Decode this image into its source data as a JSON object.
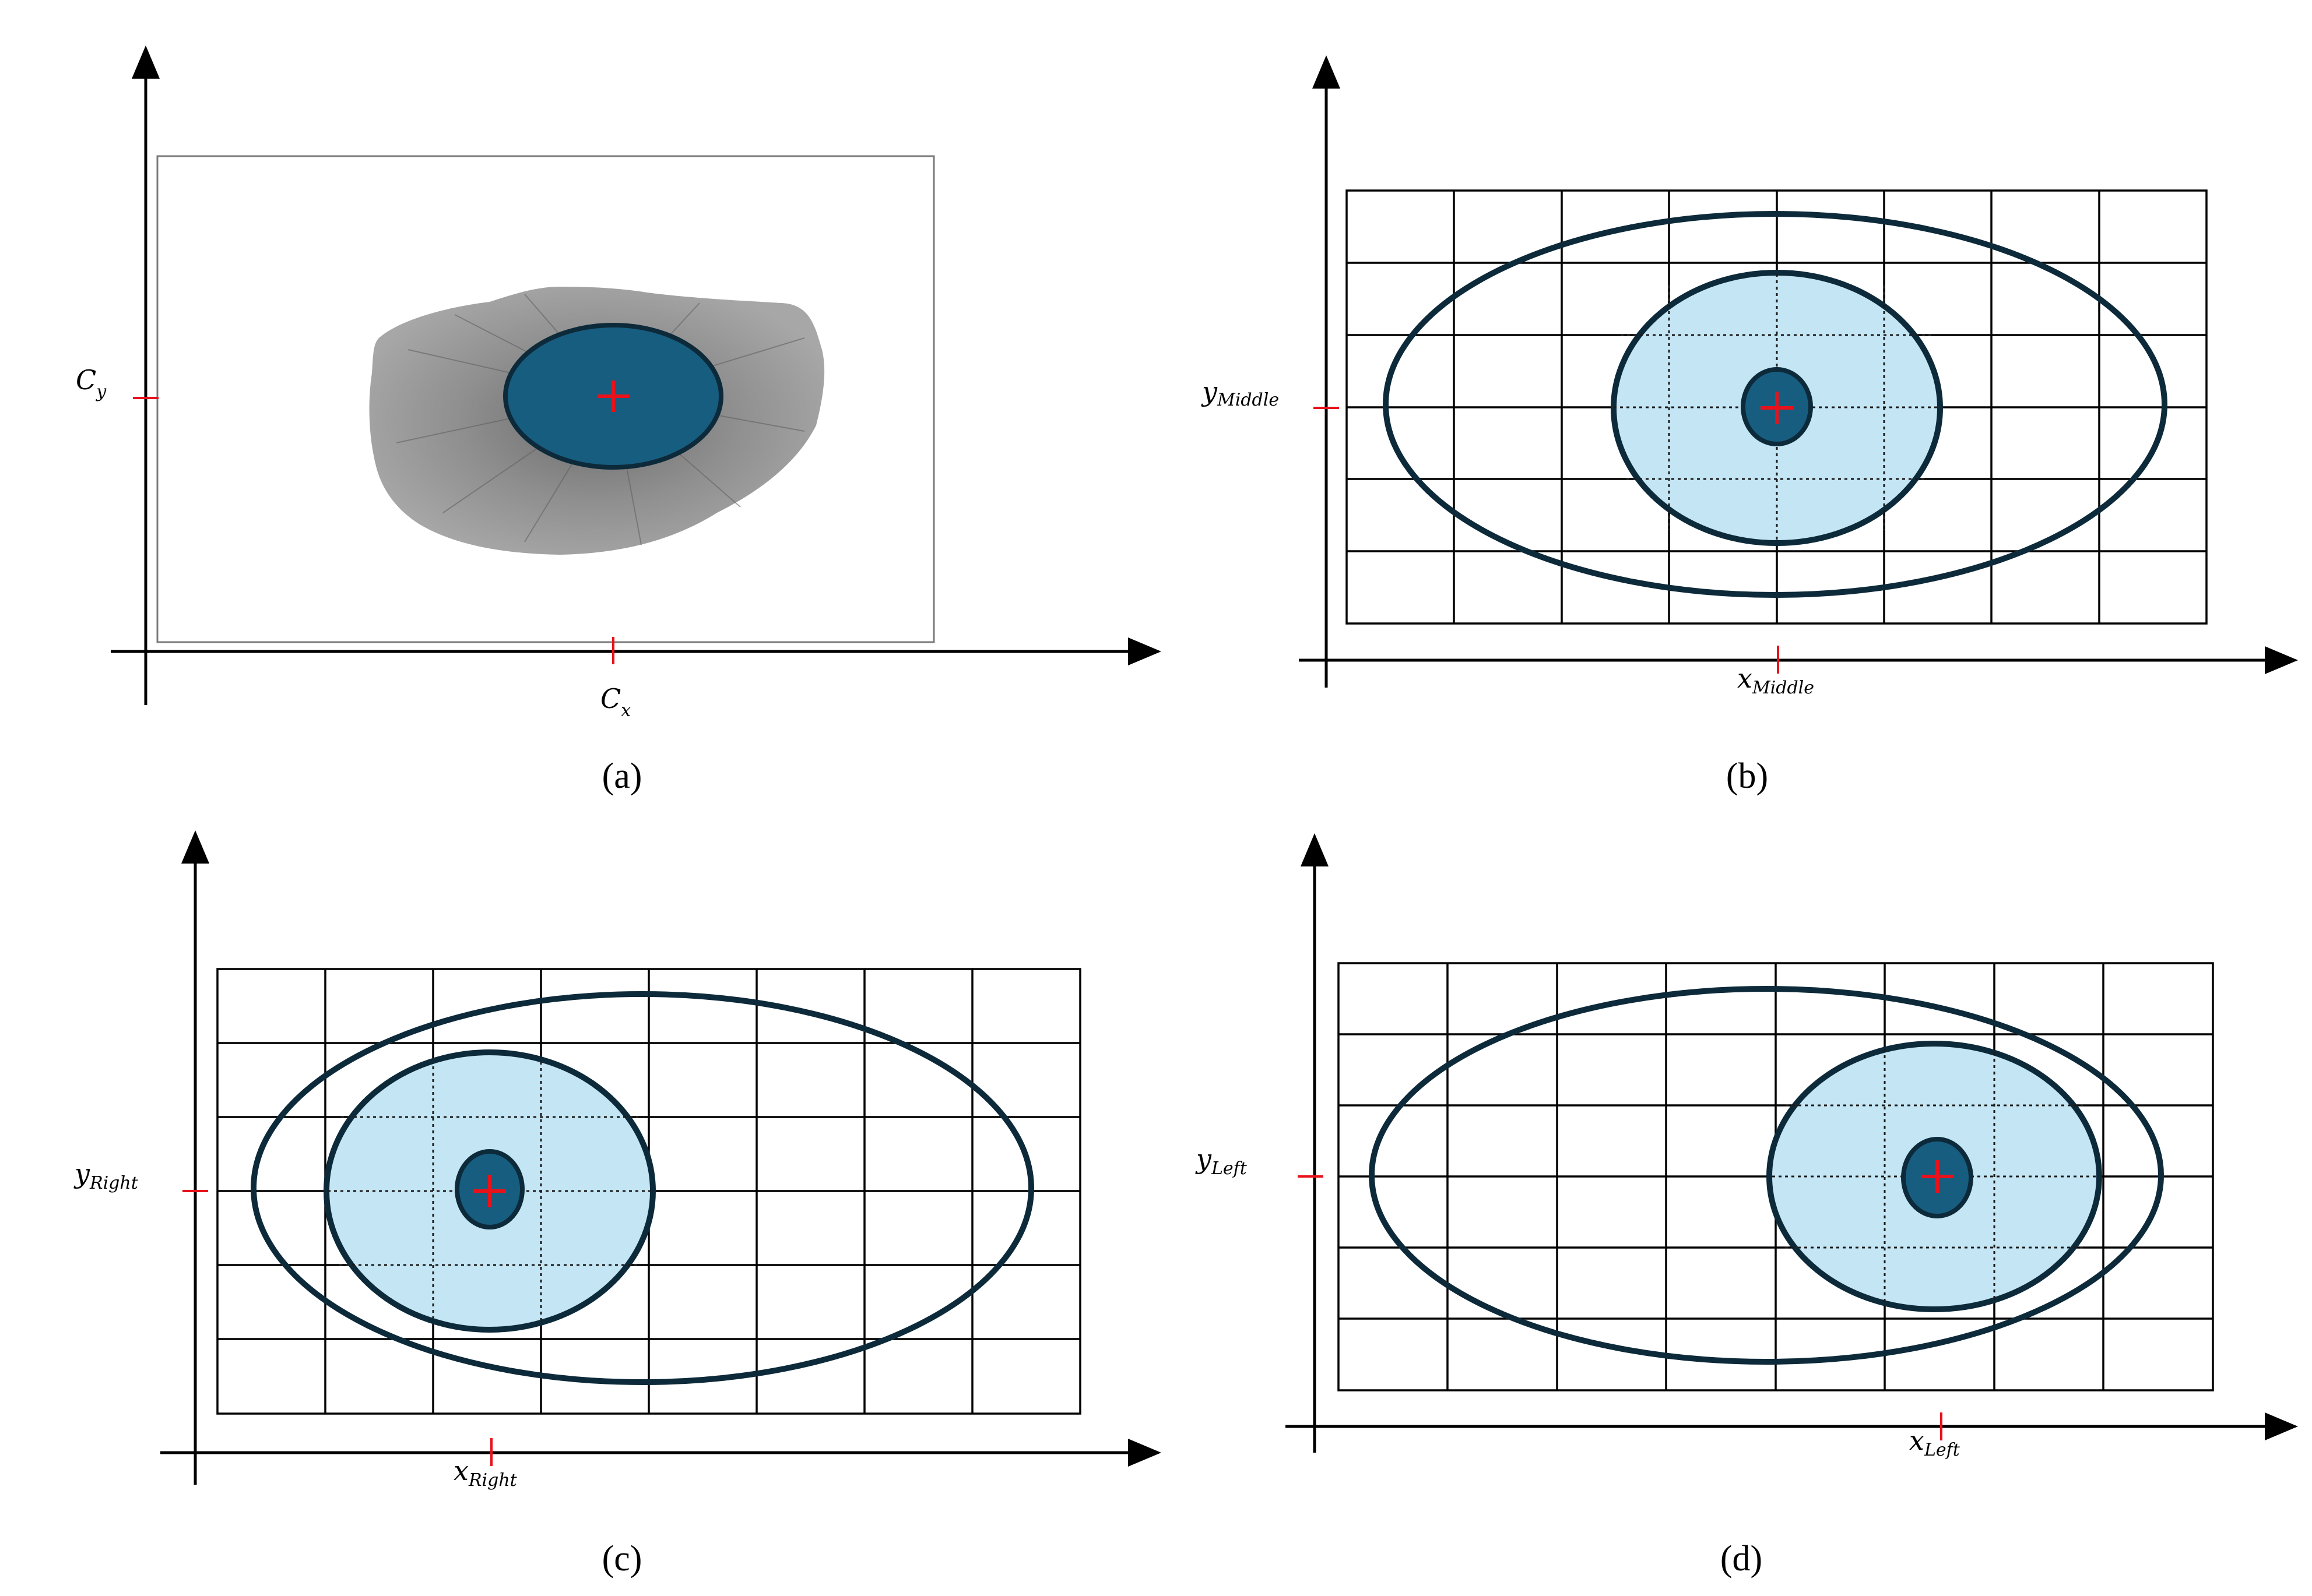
{
  "panels": {
    "a": {
      "caption": "(a)",
      "x_label_main": "C",
      "x_label_sub": "x",
      "y_label_main": "C",
      "y_label_sub": "y"
    },
    "b": {
      "caption": "(b)",
      "x_label_main": "x",
      "x_label_sub": "Middle",
      "y_label_main": "y",
      "y_label_sub": "Middle"
    },
    "c": {
      "caption": "(c)",
      "x_label_main": "x",
      "x_label_sub": "Right",
      "y_label_main": "y",
      "y_label_sub": "Right"
    },
    "d": {
      "caption": "(d)",
      "x_label_main": "x",
      "x_label_sub": "Left",
      "y_label_main": "y",
      "y_label_sub": "Left"
    }
  },
  "colors": {
    "pupil": "#175d80",
    "iris": "#c4e5f4",
    "outline": "#0d2a3a",
    "center_marker": "#e8121b",
    "iris_photo": "#8a8a8a"
  }
}
